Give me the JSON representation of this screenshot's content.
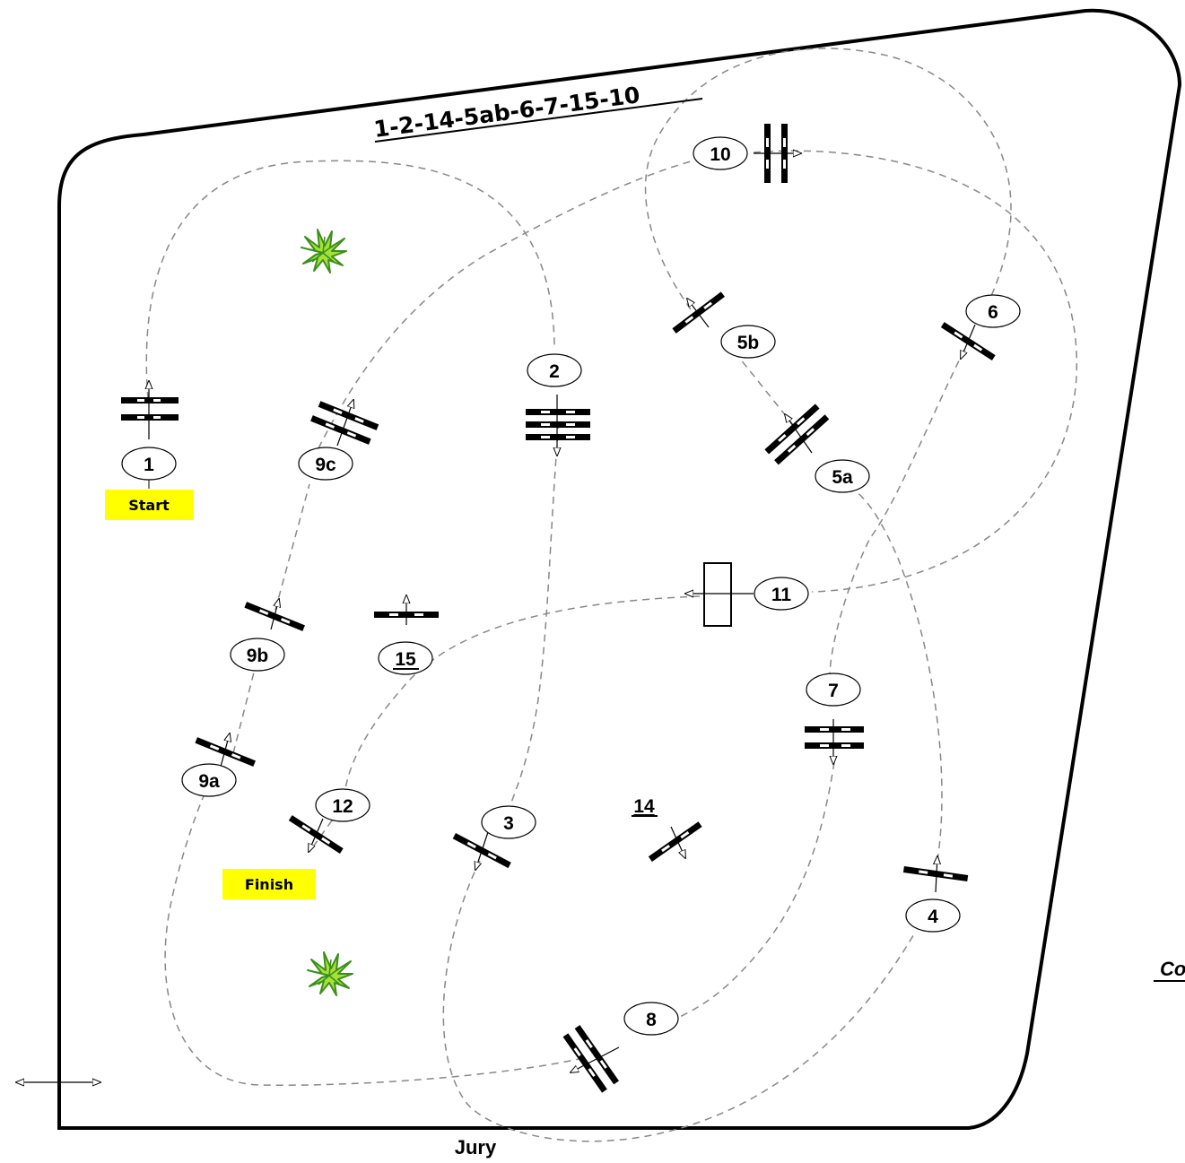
{
  "route": "1-2-14-5ab-6-7-15-10",
  "jury": "Jury",
  "edge_text": "Co",
  "tags": {
    "start": "Start",
    "finish": "Finish"
  },
  "colors": {
    "tag_bg": "#ffff00",
    "plant_dark": "#3a8f1a",
    "plant_light": "#a6e03a",
    "path": "#888888"
  },
  "obstacles": [
    {
      "id": "1",
      "label": "1",
      "type": "oxer"
    },
    {
      "id": "2",
      "label": "2",
      "type": "triple"
    },
    {
      "id": "3",
      "label": "3",
      "type": "vertical"
    },
    {
      "id": "4",
      "label": "4",
      "type": "vertical"
    },
    {
      "id": "5a",
      "label": "5a",
      "type": "oxer"
    },
    {
      "id": "5b",
      "label": "5b",
      "type": "vertical"
    },
    {
      "id": "6",
      "label": "6",
      "type": "vertical"
    },
    {
      "id": "7",
      "label": "7",
      "type": "oxer"
    },
    {
      "id": "8",
      "label": "8",
      "type": "oxer"
    },
    {
      "id": "9a",
      "label": "9a",
      "type": "vertical"
    },
    {
      "id": "9b",
      "label": "9b",
      "type": "vertical"
    },
    {
      "id": "9c",
      "label": "9c",
      "type": "oxer"
    },
    {
      "id": "10",
      "label": "10",
      "type": "oxer"
    },
    {
      "id": "11",
      "label": "11",
      "type": "wall"
    },
    {
      "id": "12",
      "label": "12",
      "type": "vertical"
    },
    {
      "id": "14",
      "label": "14",
      "type": "vertical"
    },
    {
      "id": "15",
      "label": "15",
      "type": "vertical"
    }
  ],
  "decorations": [
    "plant-icon",
    "plant-icon",
    "double-arrow-icon"
  ]
}
